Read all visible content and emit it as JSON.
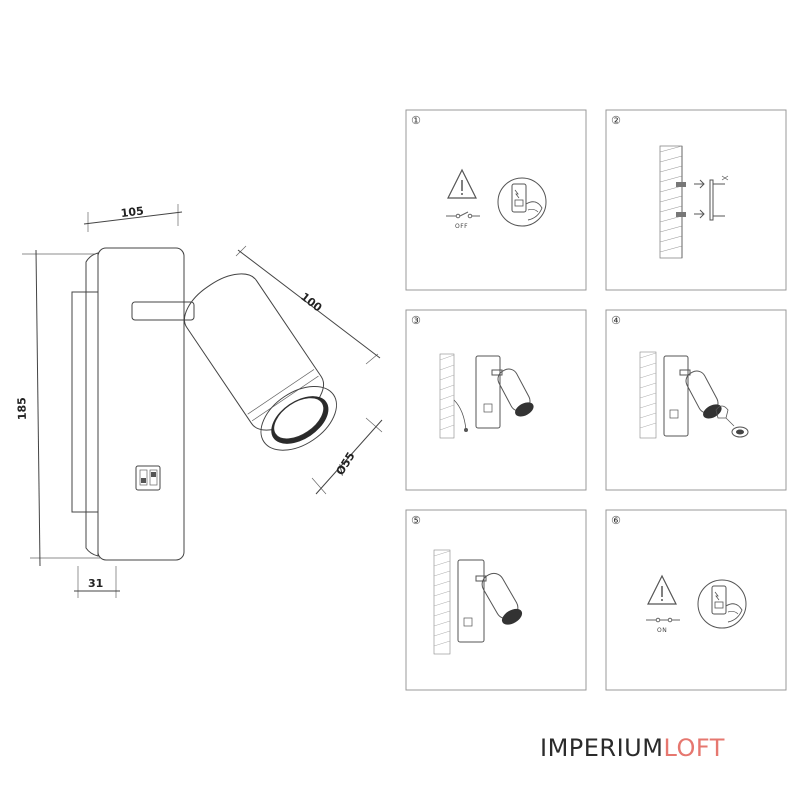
{
  "dimensions": {
    "width": "105",
    "height": "185",
    "depth": "31",
    "arm_length": "100",
    "diameter": "Ø55"
  },
  "steps": [
    {
      "number": "①",
      "label": "OFF"
    },
    {
      "number": "②"
    },
    {
      "number": "③"
    },
    {
      "number": "④"
    },
    {
      "number": "⑤"
    },
    {
      "number": "⑥",
      "label": "ON"
    }
  ],
  "brand": {
    "part1": "IMPERIUM",
    "part2": "LOFT"
  },
  "colors": {
    "brand_dark": "#2b2b2b",
    "brand_accent": "#e6776f",
    "line": "#444444"
  }
}
